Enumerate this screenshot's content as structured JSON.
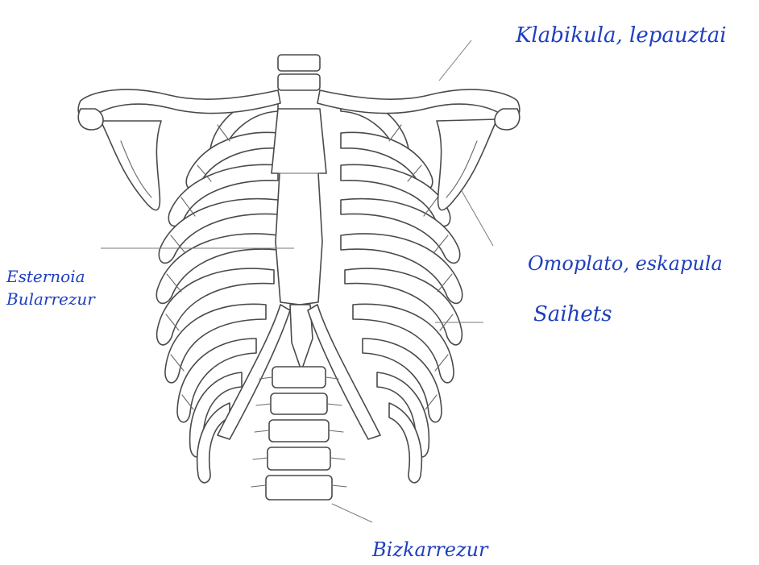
{
  "diagram": {
    "labels": {
      "clavicle": "Klabikula, lepauztai",
      "scapula": "Omoplato, eskapula",
      "ribs": "Saihets",
      "sternum_line1": "Esternoia",
      "sternum_line2": "Bularrezur",
      "spine": "Bizkarrezur"
    },
    "colors": {
      "ink": "#1f3fbf",
      "bone_outline": "#4a4a4a",
      "background": "#ffffff"
    }
  }
}
